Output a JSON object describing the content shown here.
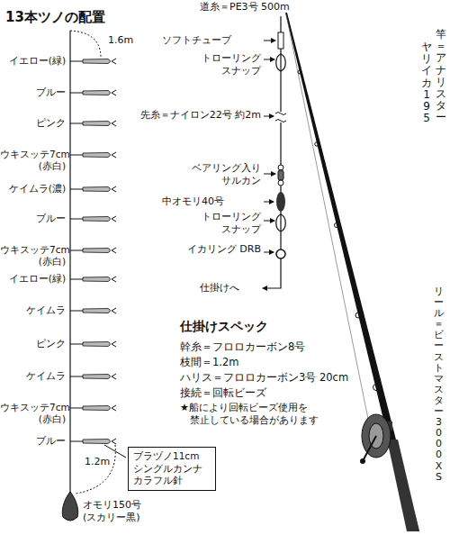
{
  "diagram": {
    "title": "13本ツノの配置",
    "nodes": [
      {
        "text": [
          "ブラヅノ11cm シングルカンナ カラフル針"
        ]
      }
    ],
    "labels": [
      "1.6m",
      "イエロー(緑)",
      "ブルー",
      "ピンク",
      "ウキスッテ7cm (赤白)",
      "ケイムラ(濃)",
      "ブルー",
      "ウキスッテ7cm (赤白)",
      "イエロー(緑)",
      "ケイムラ",
      "ピンク",
      "ケイムラ",
      "ウキスッテ7cm (赤白)",
      "ブルー",
      "1.2m",
      "オモリ150号 (スカリー黒)",
      "道糸＝PE3号 500m",
      "ソフトチューブ",
      "トローリング スナップ",
      "先糸＝ナイロン22号 約2m",
      "ベアリング入り サルカン",
      "中オモリ40号",
      "トローリング スナップ",
      "イカリング DRB",
      "仕掛けへ",
      "仕掛けスペック",
      "幹糸＝フロロカーボン8号",
      "枝間＝1.2m",
      "ハリス＝フロロカーボン3号 20cm",
      "接続＝回転ビーズ",
      "★船により回転ビーズ使用を 禁止している場合があります",
      "竿＝アナリスター",
      "ヤリイカ195",
      "リール＝ビーストマスター3000XS"
    ]
  }
}
